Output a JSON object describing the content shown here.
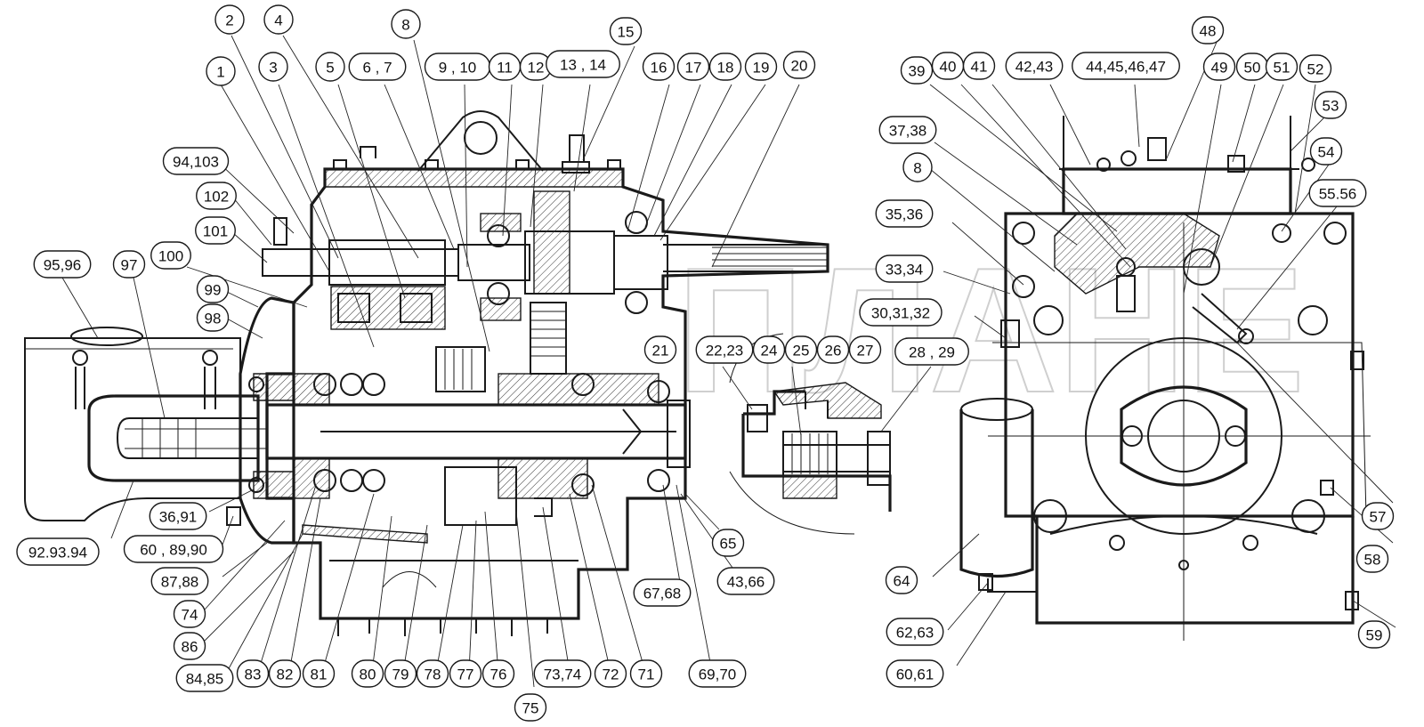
{
  "diagram": {
    "watermark": "ПЛАНЕ",
    "callouts": [
      {
        "id": "c1",
        "label": "1"
      },
      {
        "id": "c2",
        "label": "2"
      },
      {
        "id": "c3",
        "label": "3"
      },
      {
        "id": "c4",
        "label": "4"
      },
      {
        "id": "c5",
        "label": "5"
      },
      {
        "id": "c6",
        "label": "6 , 7"
      },
      {
        "id": "c8",
        "label": "8"
      },
      {
        "id": "c9",
        "label": "9 , 10"
      },
      {
        "id": "c11",
        "label": "11"
      },
      {
        "id": "c12",
        "label": "12"
      },
      {
        "id": "c13",
        "label": "13 , 14"
      },
      {
        "id": "c15",
        "label": "15"
      },
      {
        "id": "c16",
        "label": "16"
      },
      {
        "id": "c17",
        "label": "17"
      },
      {
        "id": "c18",
        "label": "18"
      },
      {
        "id": "c19",
        "label": "19"
      },
      {
        "id": "c20",
        "label": "20"
      },
      {
        "id": "c21",
        "label": "21"
      },
      {
        "id": "c22",
        "label": "22,23"
      },
      {
        "id": "c24",
        "label": "24"
      },
      {
        "id": "c25",
        "label": "25"
      },
      {
        "id": "c26",
        "label": "26"
      },
      {
        "id": "c27",
        "label": "27"
      },
      {
        "id": "c28",
        "label": "28 , 29"
      },
      {
        "id": "c30",
        "label": "30,31,32"
      },
      {
        "id": "c33",
        "label": "33,34"
      },
      {
        "id": "c35",
        "label": "35,36"
      },
      {
        "id": "c8b",
        "label": "8"
      },
      {
        "id": "c37",
        "label": "37,38"
      },
      {
        "id": "c39",
        "label": "39"
      },
      {
        "id": "c40",
        "label": "40"
      },
      {
        "id": "c41",
        "label": "41"
      },
      {
        "id": "c42",
        "label": "42,43"
      },
      {
        "id": "c44",
        "label": "44,45,46,47"
      },
      {
        "id": "c48",
        "label": "48"
      },
      {
        "id": "c49",
        "label": "49"
      },
      {
        "id": "c50",
        "label": "50"
      },
      {
        "id": "c51",
        "label": "51"
      },
      {
        "id": "c52",
        "label": "52"
      },
      {
        "id": "c53",
        "label": "53"
      },
      {
        "id": "c54",
        "label": "54"
      },
      {
        "id": "c55",
        "label": "55.56"
      },
      {
        "id": "c57",
        "label": "57"
      },
      {
        "id": "c58",
        "label": "58"
      },
      {
        "id": "c59",
        "label": "59"
      },
      {
        "id": "c60b",
        "label": "60,61"
      },
      {
        "id": "c62",
        "label": "62,63"
      },
      {
        "id": "c64",
        "label": "64"
      },
      {
        "id": "c65",
        "label": "65"
      },
      {
        "id": "c43",
        "label": "43,66"
      },
      {
        "id": "c67",
        "label": "67,68"
      },
      {
        "id": "c69",
        "label": "69,70"
      },
      {
        "id": "c71",
        "label": "71"
      },
      {
        "id": "c72",
        "label": "72"
      },
      {
        "id": "c73",
        "label": "73,74"
      },
      {
        "id": "c75",
        "label": "75"
      },
      {
        "id": "c76",
        "label": "76"
      },
      {
        "id": "c77",
        "label": "77"
      },
      {
        "id": "c78",
        "label": "78"
      },
      {
        "id": "c79",
        "label": "79"
      },
      {
        "id": "c80",
        "label": "80"
      },
      {
        "id": "c81",
        "label": "81"
      },
      {
        "id": "c82",
        "label": "82"
      },
      {
        "id": "c83",
        "label": "83"
      },
      {
        "id": "c84",
        "label": "84,85"
      },
      {
        "id": "c86",
        "label": "86"
      },
      {
        "id": "c74",
        "label": "74"
      },
      {
        "id": "c87",
        "label": "87,88"
      },
      {
        "id": "c60",
        "label": "60 , 89,90"
      },
      {
        "id": "c92",
        "label": "92.93.94"
      },
      {
        "id": "c36",
        "label": "36,91"
      },
      {
        "id": "c95",
        "label": "95,96"
      },
      {
        "id": "c97",
        "label": "97"
      },
      {
        "id": "c98",
        "label": "98"
      },
      {
        "id": "c99",
        "label": "99"
      },
      {
        "id": "c100",
        "label": "100"
      },
      {
        "id": "c101",
        "label": "101"
      },
      {
        "id": "c102",
        "label": "102"
      },
      {
        "id": "c94",
        "label": "94,103"
      }
    ]
  }
}
